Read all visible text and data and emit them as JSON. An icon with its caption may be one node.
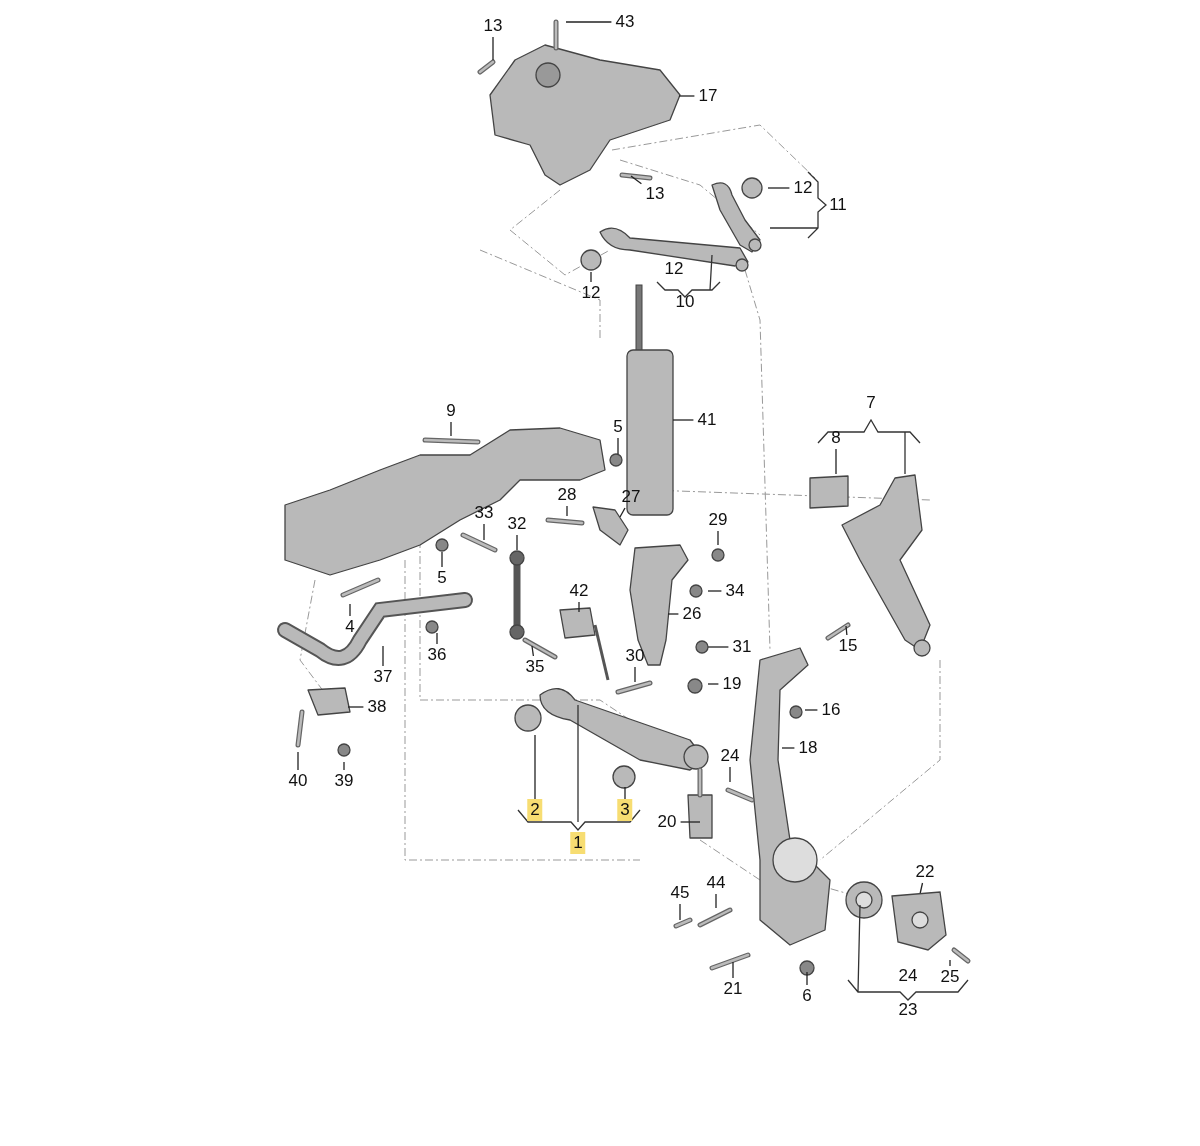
{
  "diagram": {
    "nodes": [
      {
        "text": [
          "13"
        ]
      },
      {
        "text": [
          "43"
        ]
      },
      {
        "text": [
          "17"
        ]
      },
      {
        "text": [
          "13"
        ]
      },
      {
        "text": [
          "12"
        ]
      },
      {
        "text": [
          "12"
        ]
      },
      {
        "text": [
          "9"
        ]
      },
      {
        "text": [
          "5"
        ]
      },
      {
        "text": [
          "41"
        ]
      },
      {
        "text": [
          "8"
        ]
      },
      {
        "text": [
          "28"
        ]
      },
      {
        "text": [
          "27"
        ]
      },
      {
        "text": [
          "33"
        ]
      },
      {
        "text": [
          "32"
        ]
      },
      {
        "text": [
          "29"
        ]
      },
      {
        "text": [
          "5"
        ]
      },
      {
        "text": [
          "34"
        ]
      },
      {
        "text": [
          "42"
        ]
      },
      {
        "text": [
          "4"
        ]
      },
      {
        "text": [
          "26"
        ]
      },
      {
        "text": [
          "15"
        ]
      },
      {
        "text": [
          "31"
        ]
      },
      {
        "text": [
          "36"
        ]
      },
      {
        "text": [
          "30"
        ]
      },
      {
        "text": [
          "35"
        ]
      },
      {
        "text": [
          "37"
        ]
      },
      {
        "text": [
          "19"
        ]
      },
      {
        "text": [
          "38"
        ]
      },
      {
        "text": [
          "16"
        ]
      },
      {
        "text": [
          "18"
        ]
      },
      {
        "text": [
          "24"
        ]
      },
      {
        "text": [
          "40"
        ]
      },
      {
        "text": [
          "39"
        ]
      },
      {
        "text": [
          "2"
        ]
      },
      {
        "text": [
          "3"
        ]
      },
      {
        "text": [
          "20"
        ]
      },
      {
        "text": [
          "22"
        ]
      },
      {
        "text": [
          "45"
        ]
      },
      {
        "text": [
          "44"
        ]
      },
      {
        "text": [
          "21"
        ]
      },
      {
        "text": [
          "6"
        ]
      },
      {
        "text": [
          "25"
        ]
      },
      {
        "text": [
          "1"
        ]
      },
      {
        "text": [],
        "shape": "circle"
      },
      {
        "text": [],
        "shape": "picture"
      }
    ],
    "edges": [
      {
        "from": 0,
        "to": null,
        "arrow": "none"
      },
      {
        "from": 1,
        "to": null,
        "arrow": "none"
      },
      {
        "from": 2,
        "to": null,
        "arrow": "none"
      },
      {
        "from": 3,
        "to": null,
        "arrow": "none"
      },
      {
        "from": 4,
        "to": null,
        "arrow": "none"
      },
      {
        "from": 5,
        "to": null,
        "arrow": "none"
      },
      {
        "from": 6,
        "to": null,
        "arrow": "none"
      },
      {
        "from": 7,
        "to": null,
        "arrow": "none"
      },
      {
        "from": 8,
        "to": null,
        "arrow": "none"
      },
      {
        "from": 9,
        "to": null,
        "arrow": "none"
      },
      {
        "from": 10,
        "to": null,
        "arrow": "none"
      },
      {
        "from": 11,
        "to": null,
        "arrow": "none"
      },
      {
        "from": 12,
        "to": null,
        "arrow": "none"
      },
      {
        "from": 13,
        "to": null,
        "arrow": "none"
      },
      {
        "from": 14,
        "to": null,
        "arrow": "none"
      },
      {
        "from": 15,
        "to": null,
        "arrow": "none"
      },
      {
        "from": 16,
        "to": null,
        "arrow": "none"
      },
      {
        "from": 17,
        "to": null,
        "arrow": "none"
      },
      {
        "from": 18,
        "to": null,
        "arrow": "none"
      },
      {
        "from": 19,
        "to": null,
        "arrow": "none"
      },
      {
        "from": 20,
        "to": null,
        "arrow": "none"
      },
      {
        "from": 21,
        "to": 43,
        "arrow": "none"
      },
      {
        "from": 22,
        "to": null,
        "arrow": "none"
      },
      {
        "from": 23,
        "to": null,
        "arrow": "none"
      },
      {
        "from": 24,
        "to": null,
        "arrow": "none"
      },
      {
        "from": 25,
        "to": null,
        "arrow": "none"
      },
      {
        "from": 26,
        "to": null,
        "arrow": "none"
      },
      {
        "from": 27,
        "to": null,
        "arrow": "none"
      },
      {
        "from": 28,
        "to": null,
        "arrow": "none"
      },
      {
        "from": 29,
        "to": null,
        "arrow": "none"
      },
      {
        "from": 30,
        "to": null,
        "arrow": "none"
      },
      {
        "from": 31,
        "to": null,
        "arrow": "none"
      },
      {
        "from": 32,
        "to": null,
        "arrow": "none"
      },
      {
        "from": 33,
        "to": null,
        "arrow": "none"
      },
      {
        "from": 34,
        "to": null,
        "arrow": "none"
      },
      {
        "from": 35,
        "to": null,
        "arrow": "none"
      },
      {
        "from": 36,
        "to": 44,
        "arrow": "none"
      },
      {
        "from": 37,
        "to": null,
        "arrow": "none"
      },
      {
        "from": 38,
        "to": null,
        "arrow": "none"
      },
      {
        "from": 39,
        "to": null,
        "arrow": "none"
      },
      {
        "from": 40,
        "to": null,
        "arrow": "none"
      },
      {
        "from": 41,
        "to": null,
        "arrow": "none"
      }
    ],
    "labels": [
      "11",
      "12",
      "10",
      "7",
      "24",
      "23"
    ]
  }
}
